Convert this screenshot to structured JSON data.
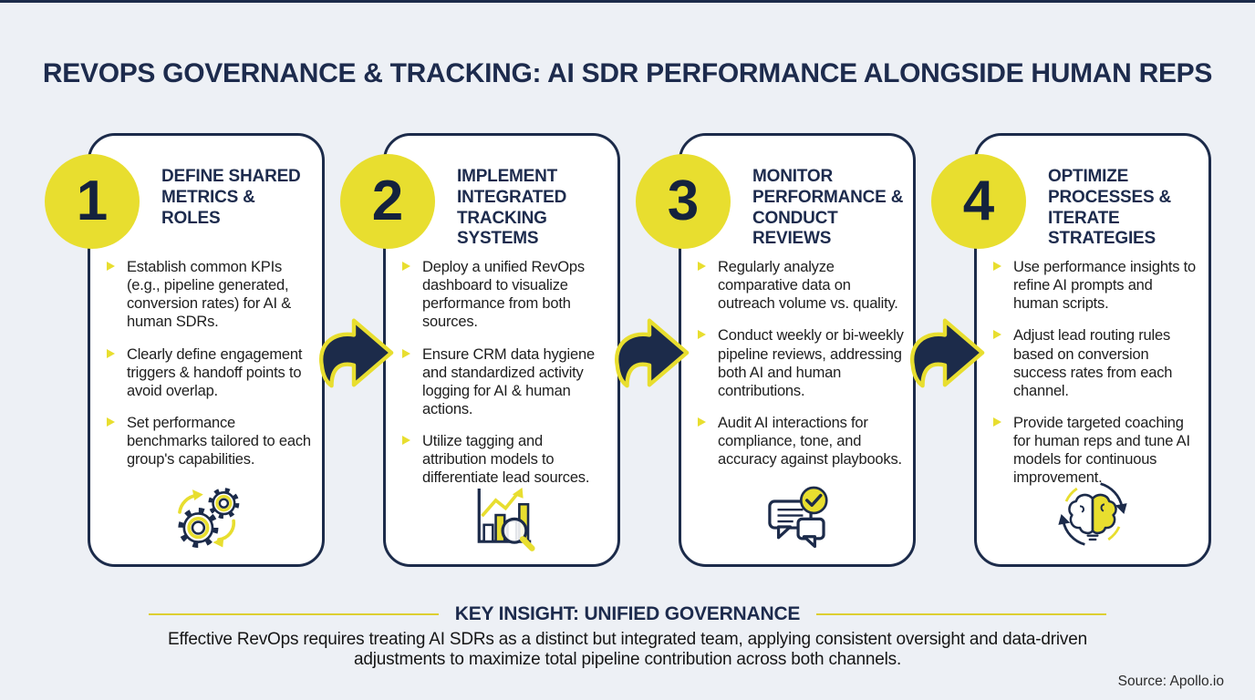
{
  "page": {
    "title": "REVOPS GOVERNANCE & TRACKING: AI SDR PERFORMANCE ALONGSIDE HUMAN REPS",
    "source": "Source: Apollo.io"
  },
  "colors": {
    "navy": "#1c2b4a",
    "yellow": "#e8de2f",
    "background": "#edf0f5",
    "card_background": "#ffffff",
    "body_text": "#1e1e1e"
  },
  "steps": [
    {
      "number": "1",
      "title": "DEFINE SHARED METRICS & ROLES",
      "icon": "gears-process-icon",
      "bullets": [
        "Establish common KPIs (e.g., pipeline generated, conversion rates) for AI & human SDRs.",
        "Clearly define engagement triggers & handoff points to avoid overlap.",
        "Set performance benchmarks tailored to each group's capabilities."
      ]
    },
    {
      "number": "2",
      "title": "IMPLEMENT INTEGRATED TRACKING SYSTEMS",
      "icon": "chart-magnifier-icon",
      "bullets": [
        "Deploy a unified RevOps dashboard to visualize performance from both sources.",
        "Ensure CRM data hygiene and standardized activity logging for AI & human actions.",
        "Utilize tagging and attribution models to differentiate lead sources."
      ]
    },
    {
      "number": "3",
      "title": "MONITOR PERFORMANCE & CONDUCT REVIEWS",
      "icon": "chat-check-icon",
      "bullets": [
        "Regularly analyze comparative data on outreach volume vs. quality.",
        "Conduct weekly or bi-weekly pipeline reviews, addressing both AI and human contributions.",
        "Audit AI interactions for compliance, tone, and accuracy against playbooks."
      ]
    },
    {
      "number": "4",
      "title": "OPTIMIZE PROCESSES & ITERATE STRATEGIES",
      "icon": "brain-cycle-icon",
      "bullets": [
        "Use performance insights to refine AI prompts and human scripts.",
        "Adjust lead routing rules based on conversion success rates from each channel.",
        "Provide targeted coaching for human reps and tune AI models for continuous improvement."
      ]
    }
  ],
  "key_insight": {
    "title": "KEY INSIGHT: UNIFIED GOVERNANCE",
    "body": "Effective RevOps requires treating AI SDRs as a distinct but integrated team, applying consistent oversight and data-driven adjustments to maximize total pipeline contribution across both channels."
  }
}
